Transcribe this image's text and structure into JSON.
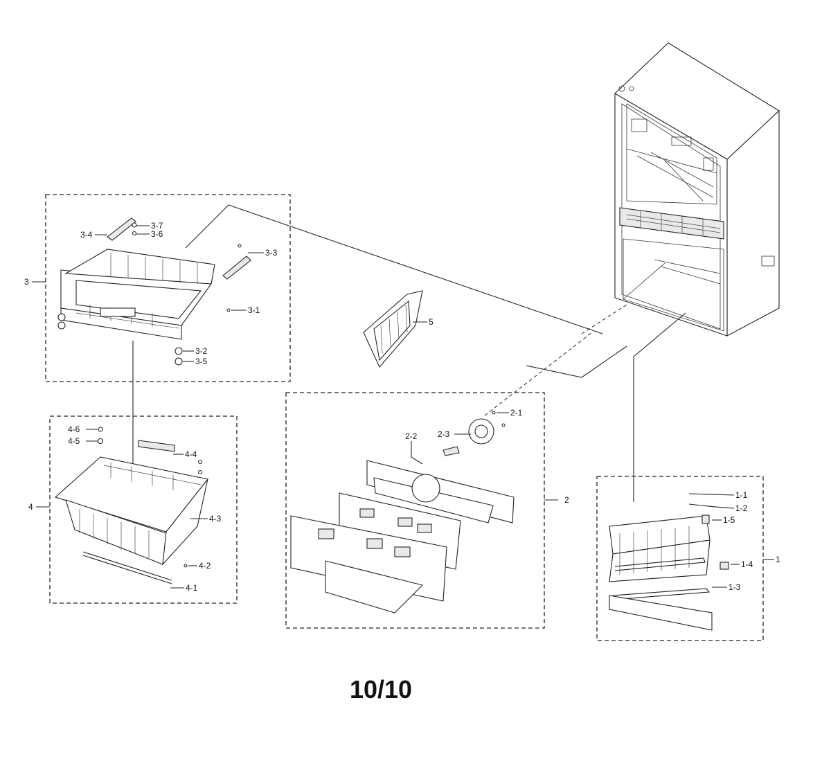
{
  "page_number": "10/10",
  "groups": {
    "g1": {
      "label": "1",
      "parts": [
        "1-1",
        "1-2",
        "1-3",
        "1-4",
        "1-5"
      ]
    },
    "g2": {
      "label": "2",
      "parts": [
        "2-1",
        "2-2",
        "2-3"
      ]
    },
    "g3": {
      "label": "3",
      "parts": [
        "3-1",
        "3-2",
        "3-3",
        "3-4",
        "3-5",
        "3-6",
        "3-7"
      ]
    },
    "g4": {
      "label": "4",
      "parts": [
        "4-1",
        "4-2",
        "4-3",
        "4-4",
        "4-5",
        "4-6"
      ]
    },
    "g5": {
      "label": "5"
    }
  }
}
